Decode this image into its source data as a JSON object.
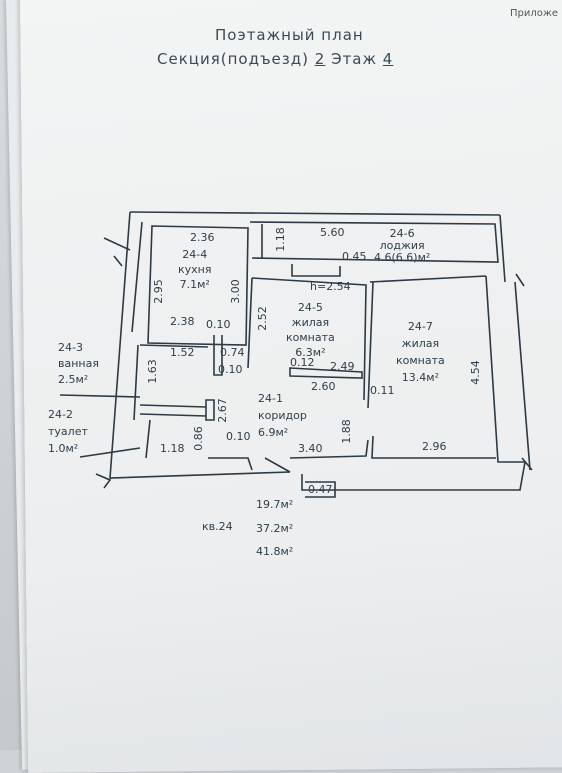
{
  "corner_text": "Приложе",
  "title": {
    "line1": "Поэтажный план",
    "line2_prefix": "Секция(подъезд)",
    "section_no": "2",
    "floor_word": "Этаж",
    "floor_no": "4"
  },
  "rooms": {
    "r244": {
      "code": "24-4",
      "name": "кухня",
      "area": "7.1м²"
    },
    "r245": {
      "code": "24-5",
      "name1": "жилая",
      "name2": "комната",
      "area": "6.3м²"
    },
    "r246": {
      "code": "24-6",
      "name": "лоджия",
      "area": "4.6(6.6)м²"
    },
    "r247": {
      "code": "24-7",
      "name1": "жилая",
      "name2": "комната",
      "area": "13.4м²"
    },
    "r241": {
      "code": "24-1",
      "name": "коридор",
      "area": "6.9м²"
    },
    "r243": {
      "code": "24-3",
      "name": "ванная",
      "area": "2.5м²"
    },
    "r242": {
      "code": "24-2",
      "name": "туалет",
      "area": "1.0м²"
    }
  },
  "dims": {
    "d236": "2.36",
    "d295": "2.95",
    "d300": "3.00",
    "d238": "2.38",
    "d010a": "0.10",
    "d118a": "1.18",
    "d560": "5.60",
    "d045": "0.45",
    "h254": "h=2.54",
    "d252": "2.52",
    "d152": "1.52",
    "d074": "0.74",
    "d010b": "0.10",
    "d163": "1.63",
    "d012": "0.12",
    "d249": "2.49",
    "d260": "2.60",
    "d011": "0.11",
    "d454": "4.54",
    "d267": "2.67",
    "d086": "0.86",
    "d010c": "0.10",
    "d118b": "1.18",
    "d188": "1.88",
    "d340": "3.40",
    "d296": "2.96",
    "d047": "0.47"
  },
  "totals": {
    "apt": "кв.24",
    "living": "19.7м²",
    "total_wo": "37.2м²",
    "total": "41.8м²"
  }
}
